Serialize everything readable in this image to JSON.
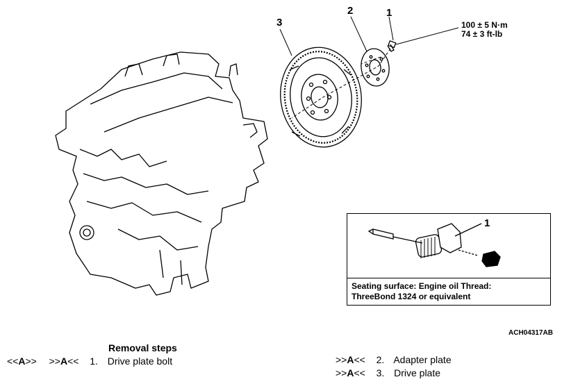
{
  "callouts": {
    "engine_flywheel": "3",
    "adapter": "2",
    "bolt": "1",
    "inset_bolt": "1"
  },
  "torque": {
    "metric": "100 ± 5 N·m",
    "imperial": "74 ± 3 ft-lb"
  },
  "inset": {
    "caption_line1": "Seating surface: Engine oil Thread:",
    "caption_line2": "ThreeBond 1324 or equivalent"
  },
  "figure_id": "ACH04317AB",
  "removal": {
    "title": "Removal steps",
    "steps": [
      {
        "prefix_left": "<<",
        "code_left": "A",
        "suffix_left": ">>",
        "prefix": ">>",
        "code": "A",
        "suffix": "<<",
        "number": "1.",
        "label": "Drive plate bolt"
      },
      {
        "prefix": ">>",
        "code": "A",
        "suffix": "<<",
        "number": "2.",
        "label": "Adapter plate"
      },
      {
        "prefix": ">>",
        "code": "A",
        "suffix": "<<",
        "number": "3.",
        "label": "Drive plate"
      }
    ]
  }
}
